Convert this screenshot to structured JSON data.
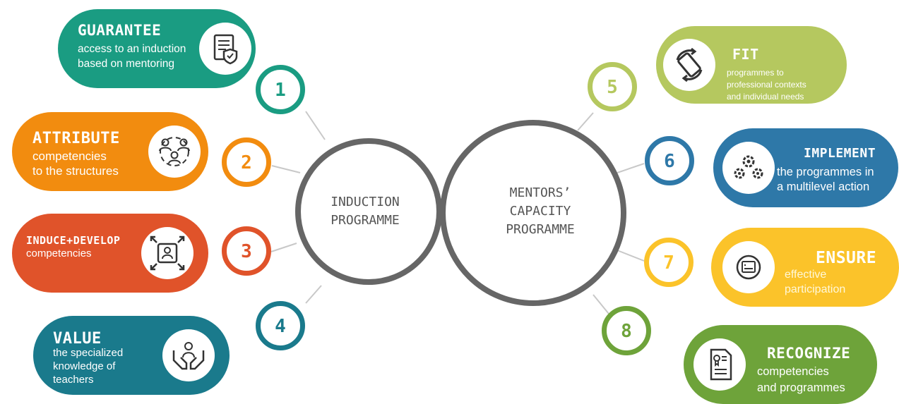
{
  "center": {
    "left_circle": [
      "INDUCTION",
      "PROGRAMME"
    ],
    "right_circle": [
      "MENTORS’",
      "CAPACITY",
      "PROGRAMME"
    ]
  },
  "items": [
    {
      "number": "1",
      "title": "GUARANTEE",
      "lines": [
        "access to an induction",
        "based on mentoring"
      ],
      "color": "#1a9c82",
      "icon": "certificate-shield-icon"
    },
    {
      "number": "2",
      "title": "ATTRIBUTE",
      "lines": [
        "competencies",
        "to the structures"
      ],
      "color": "#f28c0f",
      "icon": "people-network-icon"
    },
    {
      "number": "3",
      "title": "INDUCE+DEVELOP",
      "lines": [
        "competencies"
      ],
      "color": "#e0532a",
      "icon": "person-expand-icon"
    },
    {
      "number": "4",
      "title": "VALUE",
      "lines": [
        "the specialized",
        "knowledge of",
        "teachers"
      ],
      "color": "#1a7a8c",
      "icon": "hands-person-icon"
    },
    {
      "number": "5",
      "title": "FIT",
      "lines": [
        "programmes to",
        "professional contexts",
        "and  individual needs"
      ],
      "color": "#b5c85f",
      "icon": "adjust-cycle-icon"
    },
    {
      "number": "6",
      "title": "IMPLEMENT",
      "lines": [
        "the programmes in",
        "a multilevel action"
      ],
      "color": "#2e78a8",
      "icon": "gears-icon"
    },
    {
      "number": "7",
      "title": "ENSURE",
      "lines": [
        "effective",
        "participation"
      ],
      "color": "#fbc32a",
      "icon": "participation-screen-icon"
    },
    {
      "number": "8",
      "title": "RECOGNIZE",
      "lines": [
        "competencies",
        "and programmes"
      ],
      "color": "#6ea33a",
      "icon": "certificate-document-icon"
    }
  ]
}
